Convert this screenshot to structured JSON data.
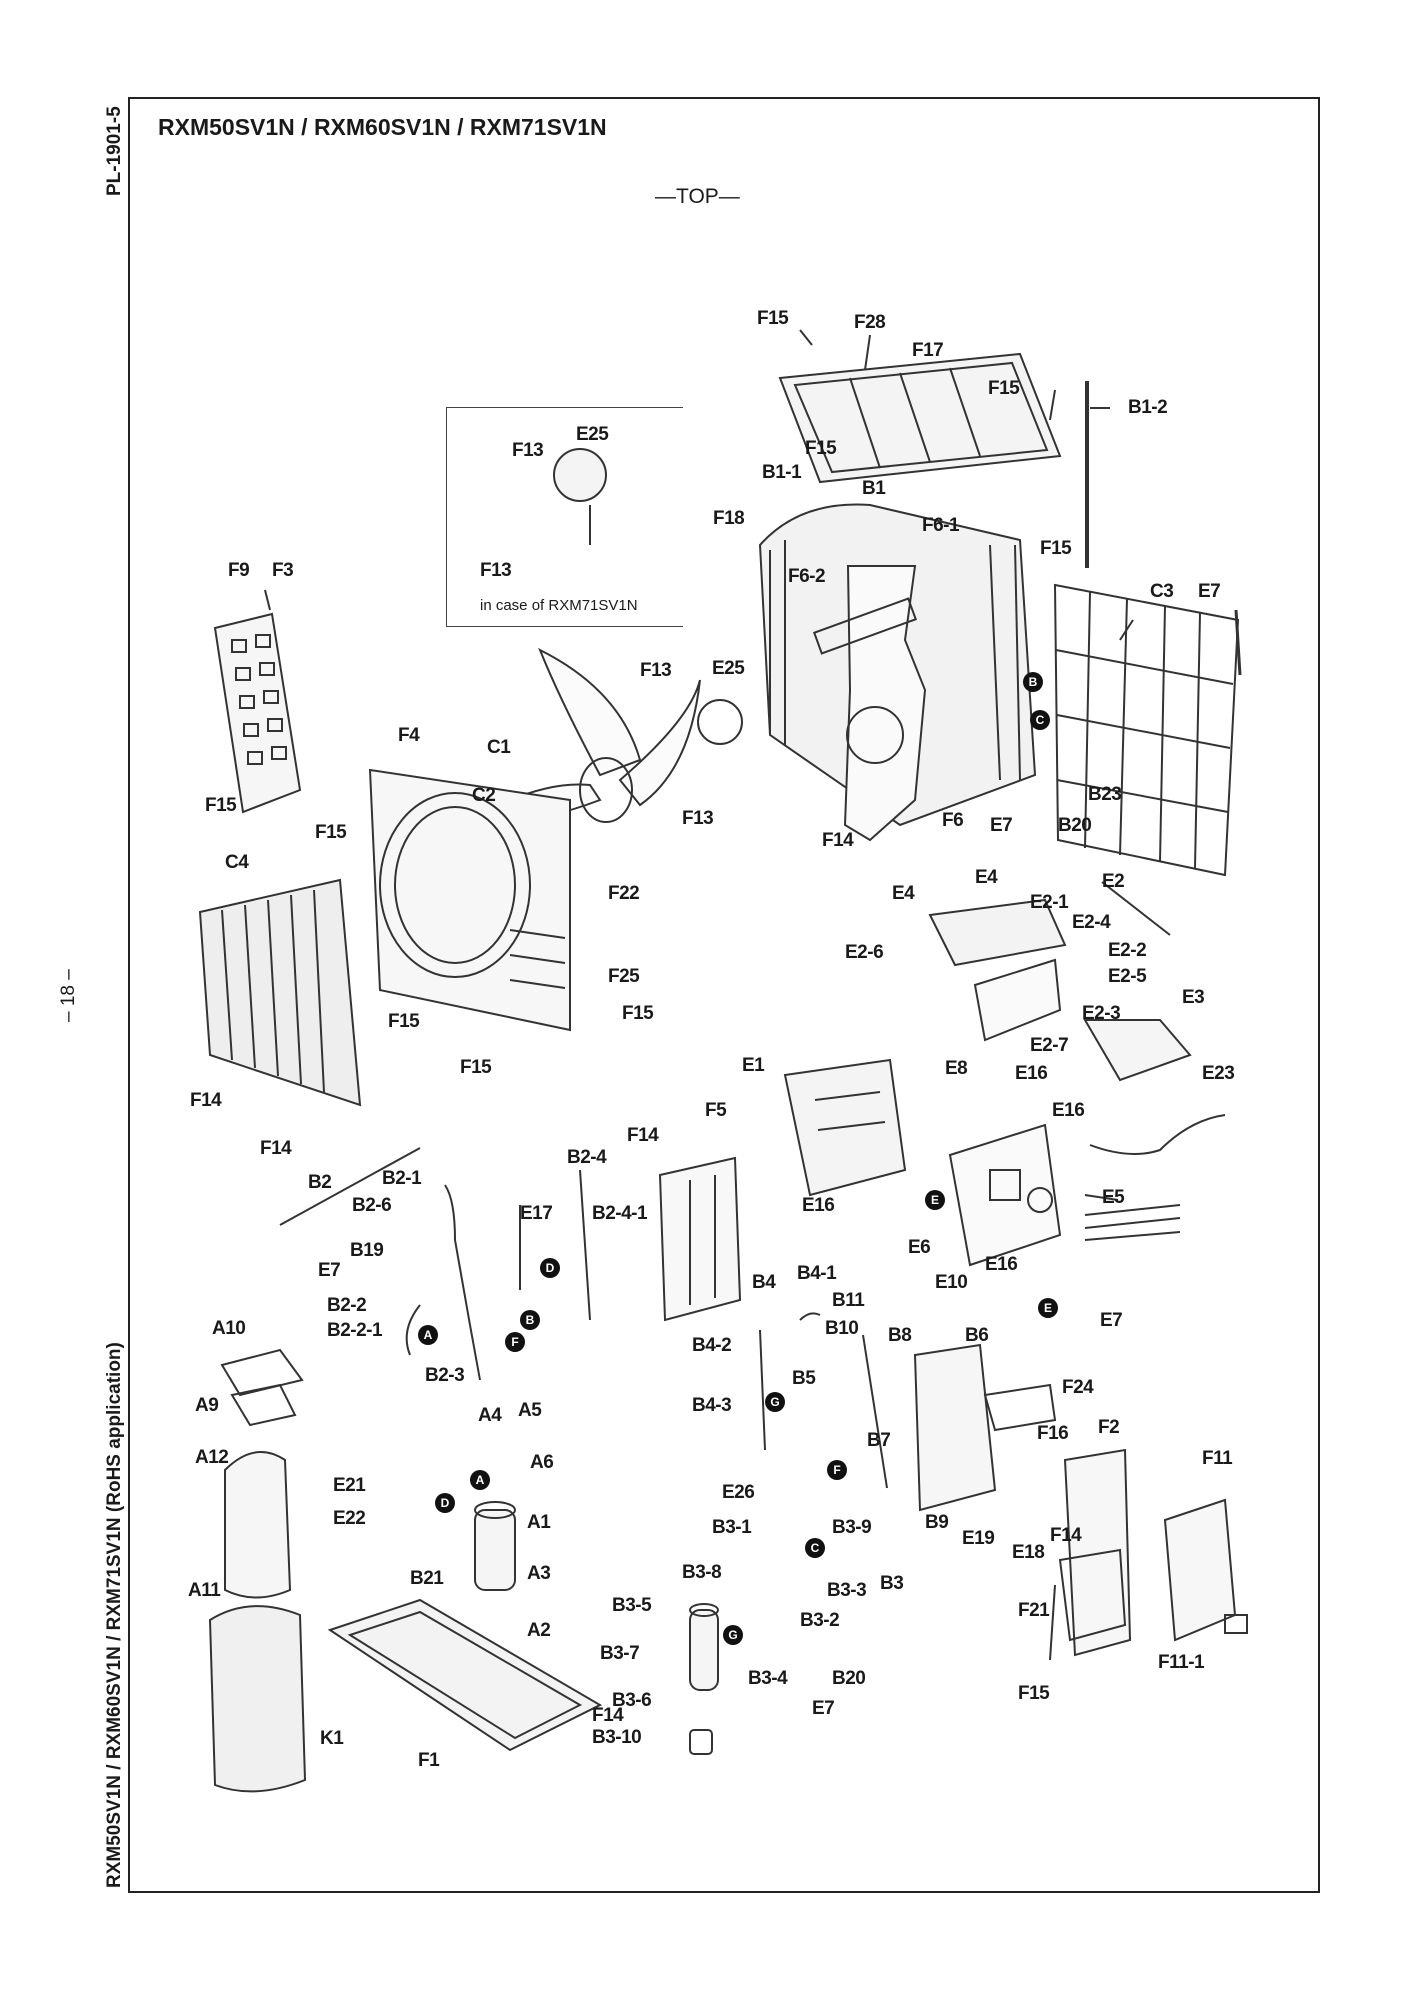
{
  "doc": {
    "code": "PL-1901-5",
    "title": "RXM50SV1N / RXM60SV1N / RXM71SV1N",
    "view": "—TOP—",
    "page": "– 18 –",
    "side": "RXM50SV1N / RXM60SV1N / RXM71SV1N (RoHS application)",
    "inset_note": "in case of RXM71SV1N"
  },
  "labels": {
    "F15a": "F15",
    "F28": "F28",
    "F17": "F17",
    "F15b": "F15",
    "B1_2": "B1-2",
    "F15c": "F15",
    "B1_1": "B1-1",
    "B1": "B1",
    "F18": "F18",
    "F6_1": "F6-1",
    "F15d": "F15",
    "F13a": "F13",
    "E25a": "E25",
    "F13b": "F13",
    "F9": "F9",
    "F3": "F3",
    "F6_2": "F6-2",
    "C3": "C3",
    "E7a": "E7",
    "F13c": "F13",
    "E25b": "E25",
    "F4": "F4",
    "C1": "C1",
    "C2": "C2",
    "F13d": "F13",
    "F14a": "F14",
    "F6": "F6",
    "E7b": "E7",
    "B20a": "B20",
    "B23": "B23",
    "F15e": "F15",
    "F15f": "F15",
    "C4": "C4",
    "F22": "F22",
    "F25": "F25",
    "F15g": "F15",
    "F15h": "F15",
    "F15i": "F15",
    "F14b": "F14",
    "F14c": "F14",
    "E4a": "E4",
    "E4b": "E4",
    "E2": "E2",
    "E2_1": "E2-1",
    "E2_4": "E2-4",
    "E2_6": "E2-6",
    "E2_2": "E2-2",
    "E2_5": "E2-5",
    "E2_3": "E2-3",
    "E3": "E3",
    "E2_7": "E2-7",
    "E8": "E8",
    "E16a": "E16",
    "E1": "E1",
    "E23": "E23",
    "E16b": "E16",
    "E16c": "E16",
    "E5": "E5",
    "E6": "E6",
    "E16d": "E16",
    "E10": "E10",
    "E7c": "E7",
    "F14d": "F14",
    "F5": "F5",
    "B2": "B2",
    "B2_1": "B2-1",
    "B2_4": "B2-4",
    "B2_6": "B2-6",
    "E17": "E17",
    "B2_4_1": "B2-4-1",
    "B19": "B19",
    "E7d": "E7",
    "B2_2": "B2-2",
    "B2_2_1": "B2-2-1",
    "B2_3": "B2-3",
    "B4": "B4",
    "B4_1": "B4-1",
    "B11": "B11",
    "B10": "B10",
    "B4_2": "B4-2",
    "B8": "B8",
    "B6": "B6",
    "B5": "B5",
    "B4_3": "B4-3",
    "B7": "B7",
    "F24": "F24",
    "A10": "A10",
    "A9": "A9",
    "A4": "A4",
    "A5": "A5",
    "A6": "A6",
    "A12": "A12",
    "E21": "E21",
    "E22": "E22",
    "A1": "A1",
    "B21": "B21",
    "A3": "A3",
    "A11": "A11",
    "A2": "A2",
    "K1": "K1",
    "F1": "F1",
    "F14e": "F14",
    "E26": "E26",
    "B3_1": "B3-1",
    "B3_9": "B3-9",
    "B3_8": "B3-8",
    "B3_3": "B3-3",
    "B3": "B3",
    "B3_5": "B3-5",
    "B3_2": "B3-2",
    "B3_7": "B3-7",
    "B3_4": "B3-4",
    "B20b": "B20",
    "B3_6": "B3-6",
    "E7e": "E7",
    "B3_10": "B3-10",
    "F16": "F16",
    "F2": "F2",
    "F11": "F11",
    "B9": "B9",
    "E19": "E19",
    "E18": "E18",
    "F14f": "F14",
    "F21": "F21",
    "F11_1": "F11-1",
    "F15j": "F15"
  },
  "markers": {
    "B": "B",
    "C": "C",
    "E": "E",
    "A": "A",
    "D": "D",
    "F": "F",
    "G": "G"
  }
}
